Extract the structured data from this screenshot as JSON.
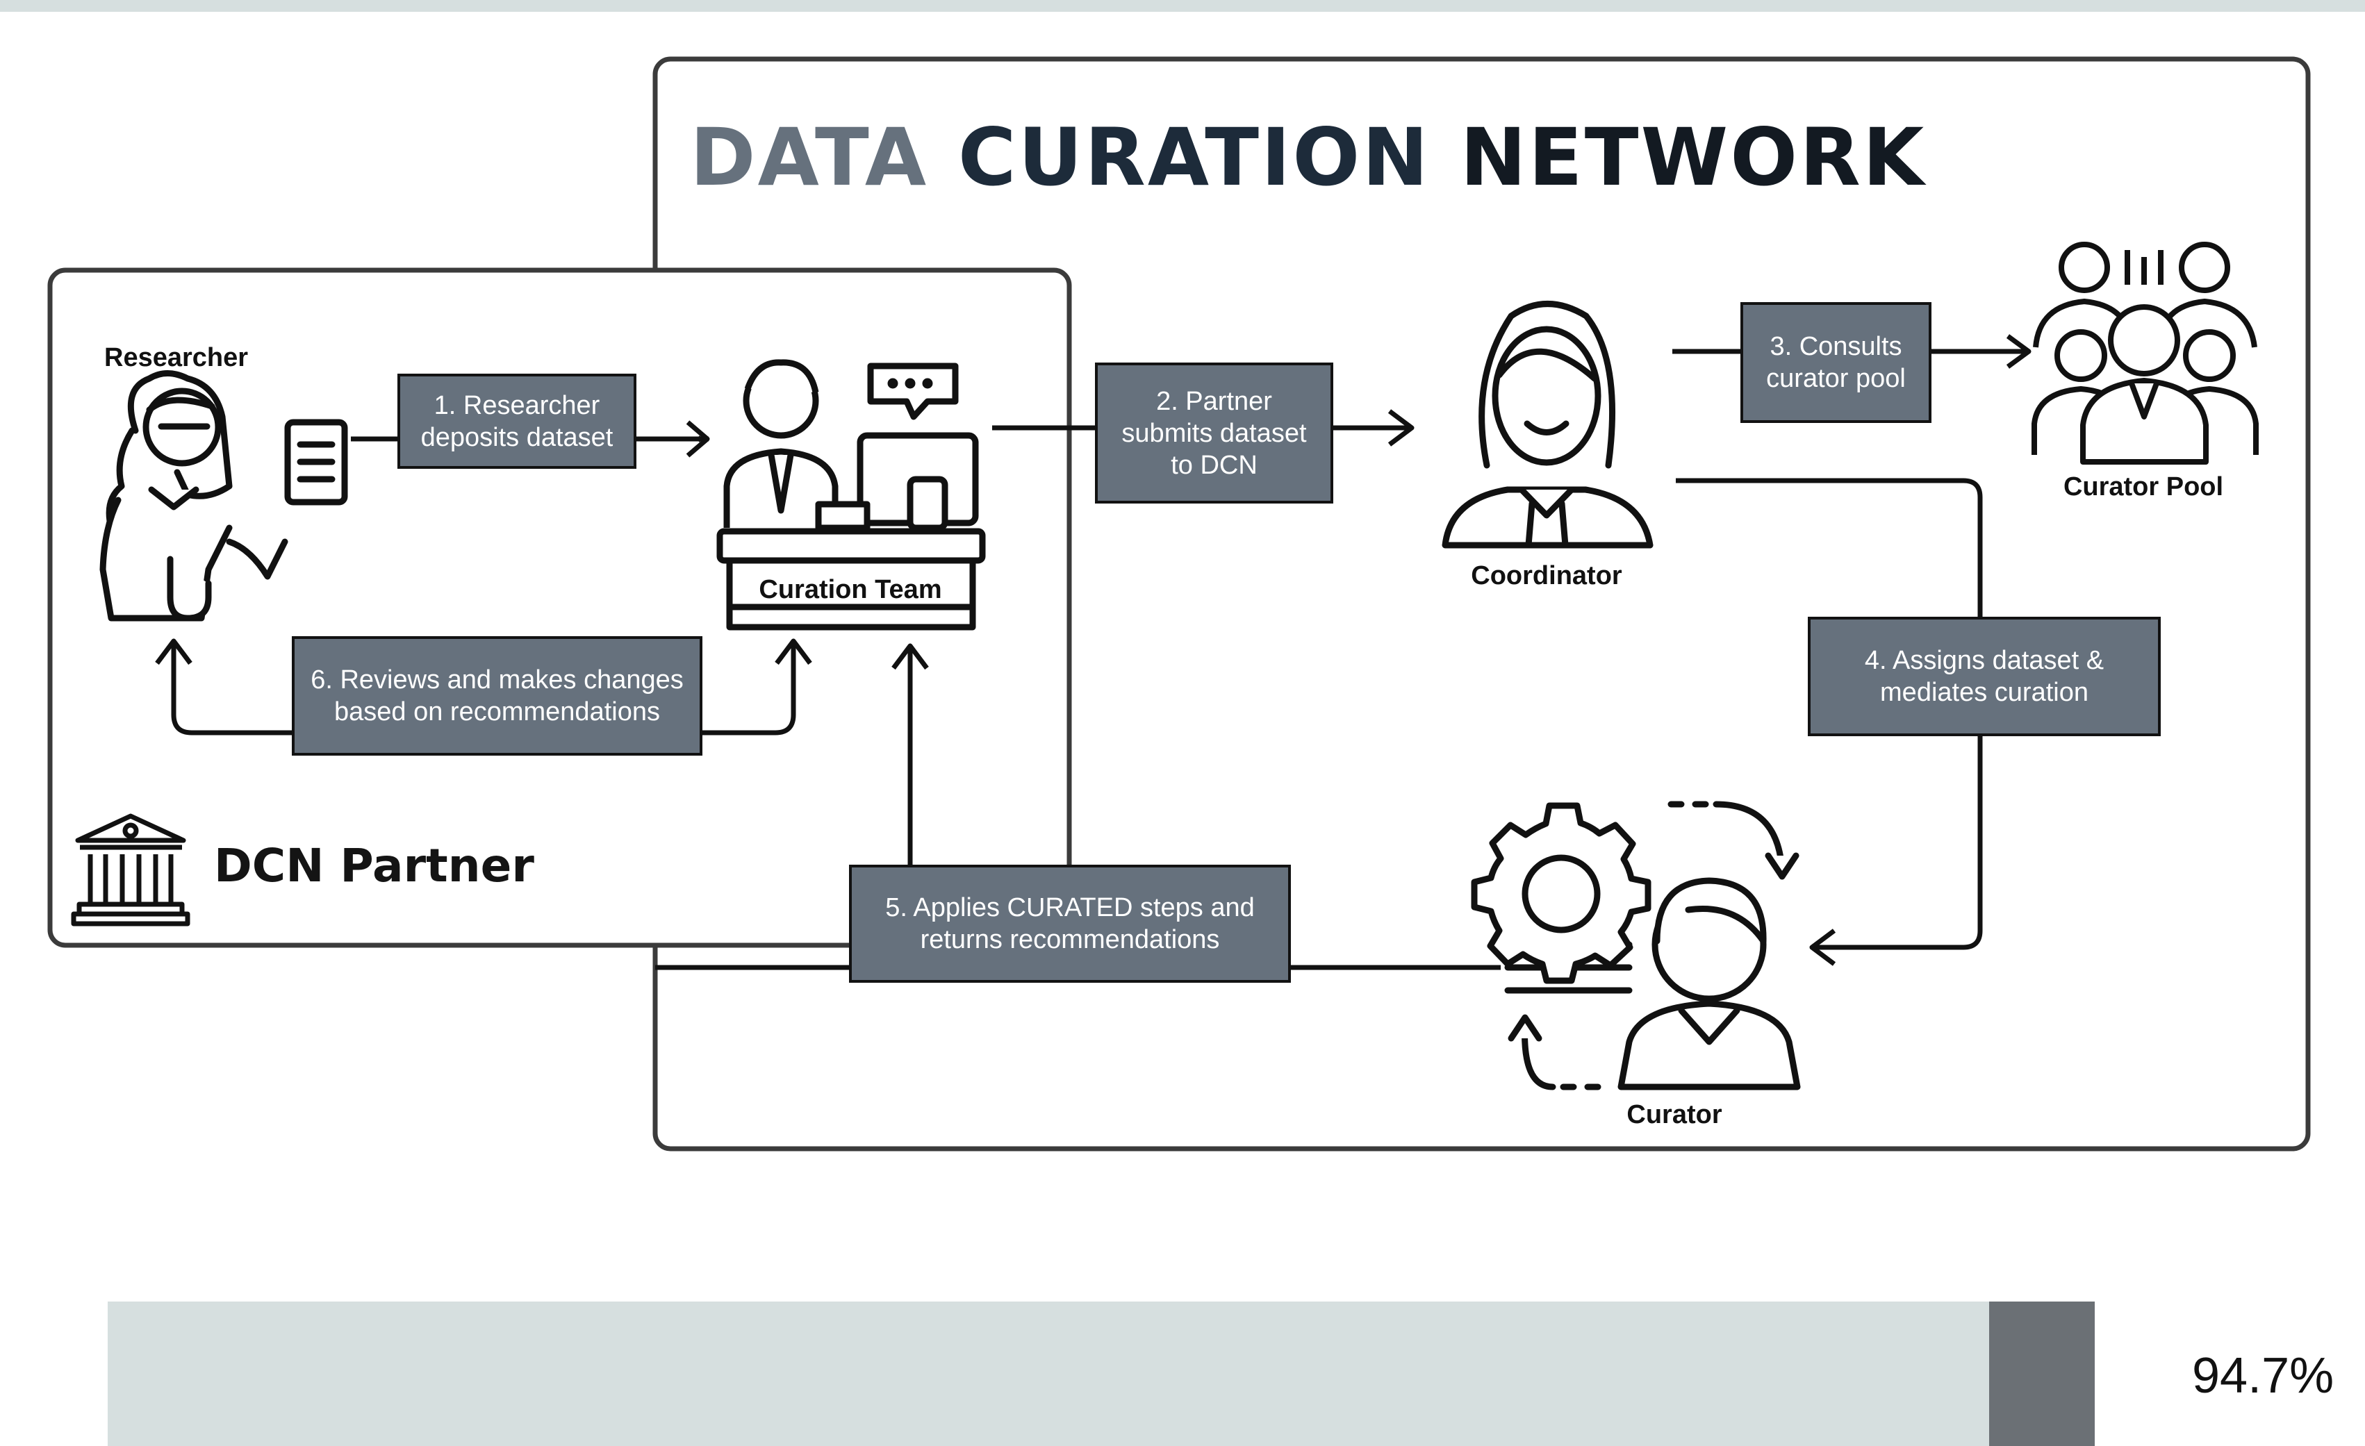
{
  "title": {
    "part1": "DATA",
    "part2": "CURATION",
    "part3": "NETWORK"
  },
  "partner_label": "DCN Partner",
  "roles": {
    "researcher": "Researcher",
    "curation_team": "Curation Team",
    "coordinator": "Coordinator",
    "curator_pool": "Curator Pool",
    "curator": "Curator"
  },
  "steps": [
    {
      "label": "1. Researcher deposits dataset"
    },
    {
      "label": "2. Partner submits dataset to DCN"
    },
    {
      "label": "3. Consults curator pool"
    },
    {
      "label": "4. Assigns dataset & mediates curation"
    },
    {
      "label": "5. Applies CURATED steps and returns recommendations"
    },
    {
      "label": "6. Reviews and makes changes based on recommendations"
    }
  ],
  "progress": {
    "value": 0.947,
    "label": "94.7%"
  },
  "colors": {
    "step_box": "#66717d",
    "title_light": "#66717d",
    "title_dark": "#1d2b3a",
    "progress_track": "#d6dfdf",
    "progress_end": "#6b7075"
  },
  "icons": [
    "researcher-icon",
    "curation-team-icon",
    "speech-bubble-icon",
    "coordinator-icon",
    "curator-pool-icon",
    "curator-icon",
    "gear-icon",
    "institution-icon"
  ]
}
